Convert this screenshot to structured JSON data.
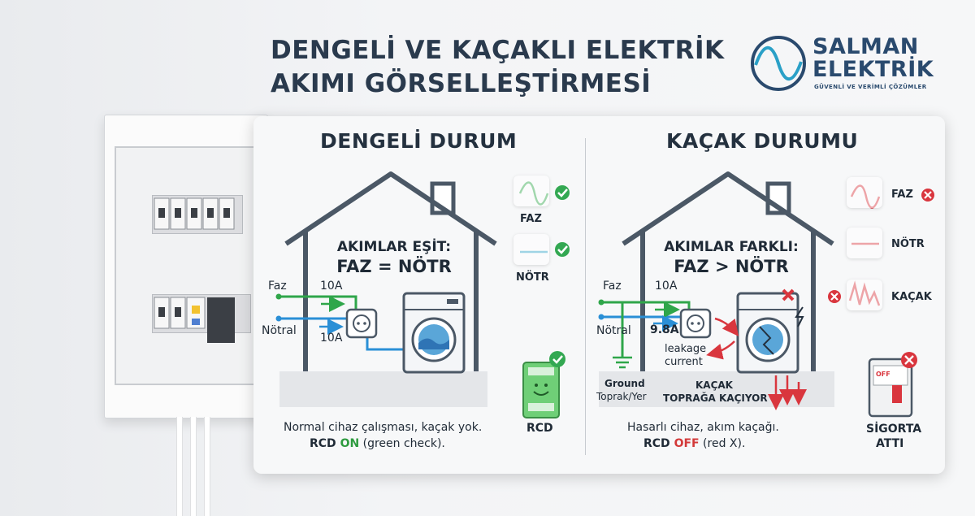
{
  "title": {
    "line1": "DENGELİ VE KAÇAKLI ELEKTRİK",
    "line2": "AKIMI GÖRSELLEŞTİRMESİ"
  },
  "brand": {
    "name_line1": "SALMAN",
    "name_line2": "ELEKTRİK",
    "tagline": "GÜVENLİ VE VERİMLİ ÇÖZÜMLER"
  },
  "left": {
    "heading": "DENGELİ DURUM",
    "house_line1": "AKIMLAR EŞİT:",
    "house_line2": "FAZ = NÖTR",
    "faz_label": "Faz",
    "notral_label": "Nötral",
    "faz_current": "10A",
    "notr_current": "10A",
    "legend_faz": "FAZ",
    "legend_notr": "NÖTR",
    "rcd_label": "RCD",
    "caption_line1": "Normal cihaz çalışması, kaçak yok.",
    "caption_prefix": "RCD ",
    "caption_status": "ON",
    "caption_suffix": " (green check)."
  },
  "right": {
    "heading": "KAÇAK DURUMU",
    "house_line1": "AKIMLAR FARKLI:",
    "house_line2": "FAZ > NÖTR",
    "faz_label": "Faz",
    "notral_label": "Nötral",
    "faz_current": "10A",
    "notr_current": "9.8A",
    "leakage_line1": "leakage",
    "leakage_line2": "current",
    "ground_line1": "Ground",
    "ground_line2": "Toprak/Yer",
    "kacak_line1": "KAÇAK",
    "kacak_line2": "TOPRAĞA KAÇIYOR",
    "legend_faz": "FAZ",
    "legend_notr": "NÖTR",
    "legend_kacak": "KAÇAK",
    "breaker_off": "OFF",
    "breaker_line1": "SİGORTA",
    "breaker_line2": "ATTI",
    "caption_line1": "Hasarlı cihaz, akım kaçağı.",
    "caption_prefix": "RCD ",
    "caption_status": "OFF",
    "caption_suffix": " (red X)."
  },
  "colors": {
    "faz": "#2fa64a",
    "notr": "#2a8fd6",
    "danger": "#d9363e",
    "ok": "#33a852",
    "house": "#4b5866"
  }
}
